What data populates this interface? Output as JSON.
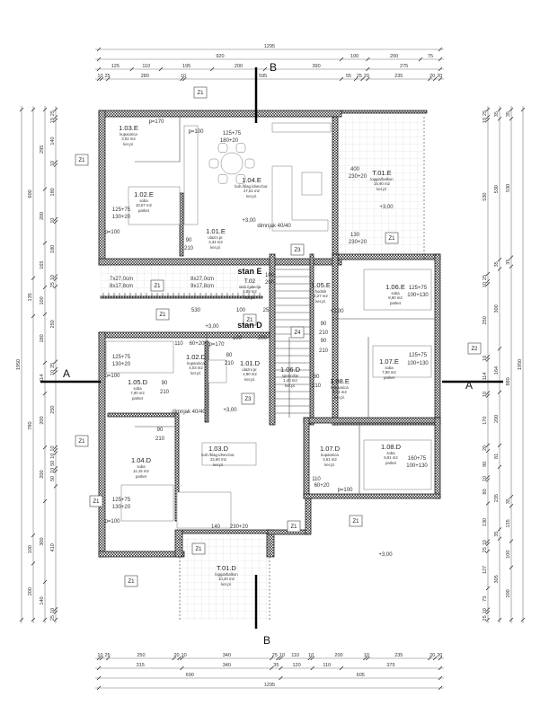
{
  "plan": {
    "sections": {
      "a_label": "A",
      "b_label": "B"
    },
    "stan_e": {
      "label": "stan E",
      "room": {
        "id": "T.02",
        "type": "stub./galerija",
        "area": "5,88 m2",
        "floor": "ker.pl."
      }
    },
    "stan_d": {
      "label": "stan D"
    },
    "rooms": [
      {
        "id": "1.03.E",
        "type": "kupaonica",
        "area": "3,02 m2",
        "floor": "ker.pl."
      },
      {
        "id": "1.02.E",
        "type": "soba",
        "area": "10,67 m2",
        "floor": "parket"
      },
      {
        "id": "1.04.E",
        "type": "kuh./blag./dnev.bor.",
        "area": "27,51 m2",
        "floor": "ker.pl."
      },
      {
        "id": "1.01.E",
        "type": "ulazni pr.",
        "area": "3,34 m2",
        "floor": "ker.pl."
      },
      {
        "id": "T.01.E",
        "type": "loggia/balkon",
        "area": "15,90 m2",
        "floor": "ker.pl."
      },
      {
        "id": "1.05.E",
        "type": "hodnik",
        "area": "4,27 m2",
        "floor": "ker.pl."
      },
      {
        "id": "1.06.E",
        "type": "soba",
        "area": "8,90 m2",
        "floor": "parket"
      },
      {
        "id": "1.07.E",
        "type": "soba",
        "area": "7,90 m2",
        "floor": "parket"
      },
      {
        "id": "1.08.E",
        "type": "kupaonica",
        "area": "3,74 m2",
        "floor": "ker.pl."
      },
      {
        "id": "1.02.D",
        "type": "kupaonica",
        "area": "4,03 m2",
        "floor": "ker.pl."
      },
      {
        "id": "1.01.D",
        "type": "ulazni pr.",
        "area": "4,80 m2",
        "floor": "ker.pl."
      },
      {
        "id": "1.06.D",
        "type": "spremište",
        "area": "1,40 m2",
        "floor": "ker.pl."
      },
      {
        "id": "1.05.D",
        "type": "soba",
        "area": "7,90 m2",
        "floor": "parket"
      },
      {
        "id": "1.03.D",
        "type": "kuh./blag./dnev.bor.",
        "area": "22,80 m2",
        "floor": "ker.pl."
      },
      {
        "id": "1.04.D",
        "type": "soba",
        "area": "11,15 m2",
        "floor": "parket"
      },
      {
        "id": "1.07.D",
        "type": "kupaonica",
        "area": "3,51 m2",
        "floor": "ker.pl."
      },
      {
        "id": "1.08.D",
        "type": "soba",
        "area": "9,81 m2",
        "floor": "parket"
      },
      {
        "id": "T.01.D",
        "type": "loggia/balkon",
        "area": "10,20 m2",
        "floor": "ker.pl."
      }
    ],
    "tags": [
      "Z1",
      "Z1",
      "Z1",
      "Z1",
      "Z1",
      "Z3",
      "Z1",
      "Z4",
      "Z2",
      "Z3",
      "Z1",
      "Z1",
      "Z1",
      "Z1",
      "Z1",
      "Z1"
    ],
    "annotations": [
      "125+75",
      "130+20",
      "p=100",
      "p=170",
      "p=100",
      "125+75",
      "180+20",
      "400",
      "230+20",
      "130",
      "230+20",
      "90",
      "210",
      "dimnjak 40/40",
      "dimnjak 40/40",
      "+3,00",
      "+3,00",
      "+3,00",
      "+3,00",
      "+3,00",
      "+3,00",
      "7x27,0cm",
      "8x17,8cm",
      "8x27,0cm",
      "9x17,8cm",
      "530",
      "100",
      "200",
      "100",
      "25",
      "100",
      "200",
      "125+75",
      "100+130",
      "90",
      "210",
      "90",
      "210",
      "125+75",
      "100+130",
      "80",
      "210",
      "125+75",
      "130+20",
      "p=100",
      "110",
      "60+20",
      "p=170",
      "80",
      "210",
      "90",
      "210",
      "90",
      "210",
      "125+75",
      "130+20",
      "p=100",
      "160+75",
      "100+130",
      "110",
      "60+20",
      "p=100",
      "140",
      "230+20"
    ],
    "dims": {
      "top": [
        [
          "1295"
        ],
        [
          "920",
          "100",
          "200",
          "75"
        ],
        [
          "125",
          "110",
          "195",
          "200",
          "390",
          "275"
        ],
        [
          "10",
          "25",
          "280",
          "10",
          "595",
          "55",
          "25",
          "20",
          "235",
          "20",
          "20"
        ]
      ],
      "bottom": [
        [
          "10",
          "25",
          "250",
          "20",
          "10",
          "340",
          "25",
          "10",
          "110",
          "10",
          "200",
          "10",
          "235",
          "20",
          "20"
        ],
        [
          "315",
          "340",
          "35",
          "120",
          "110",
          "375"
        ],
        [
          "690",
          "605"
        ],
        [
          "1295"
        ]
      ],
      "left": [
        [
          "1950"
        ],
        [
          "600",
          "135",
          "780",
          "100",
          "200"
        ],
        [
          "295",
          "200",
          "165",
          "100",
          "180",
          "114",
          "200",
          "200",
          "300",
          "140"
        ],
        [
          "25",
          "10",
          "140",
          "10",
          "180",
          "10",
          "180",
          "10",
          "25",
          "250",
          "25",
          "10",
          "250",
          "10",
          "10",
          "50",
          "10",
          "50",
          "410",
          "10",
          "25"
        ]
      ],
      "right": [
        [
          "25",
          "10",
          "530",
          "25",
          "10",
          "250",
          "10",
          "114",
          "10",
          "170",
          "20",
          "90",
          "10",
          "80",
          "130",
          "10",
          "25",
          "127",
          "73",
          "10",
          "25"
        ],
        [
          "35",
          "530",
          "35",
          "300",
          "164",
          "200",
          "81",
          "235",
          "35",
          "305"
        ],
        [
          "35",
          "530",
          "35",
          "880",
          "35",
          "135",
          "100",
          "200"
        ],
        [
          "1950"
        ]
      ]
    }
  }
}
